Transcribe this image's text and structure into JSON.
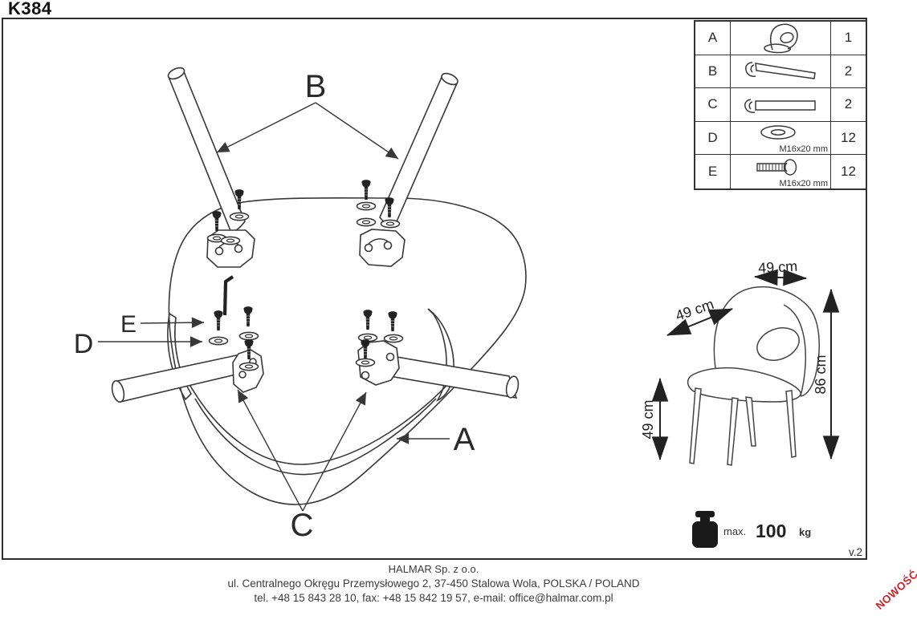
{
  "page": {
    "title": "K384",
    "version": "v.2",
    "new_badge": "NOWOŚĆ"
  },
  "colors": {
    "line": "#383838",
    "accent_red": "#d41f26",
    "text": "#2a2a2a"
  },
  "parts_table": {
    "rows": [
      {
        "id": "A",
        "icon": "chair-seat-shell",
        "qty": "1",
        "spec": ""
      },
      {
        "id": "B",
        "icon": "rear-leg",
        "qty": "2",
        "spec": ""
      },
      {
        "id": "C",
        "icon": "front-leg",
        "qty": "2",
        "spec": ""
      },
      {
        "id": "D",
        "icon": "washer",
        "qty": "12",
        "spec": "M16x20 mm"
      },
      {
        "id": "E",
        "icon": "bolt",
        "qty": "12",
        "spec": "M16x20 mm"
      }
    ]
  },
  "diagram": {
    "labels": {
      "a": "A",
      "b": "B",
      "c": "C",
      "d": "D",
      "e": "E"
    }
  },
  "dimensions": {
    "width": "49 cm",
    "depth": "49 cm",
    "seat_height": "49 cm",
    "total_height": "86 cm"
  },
  "weight": {
    "prefix": "max.",
    "value": "100",
    "unit": "kg"
  },
  "footer": {
    "line1": "HALMAR Sp. z o.o.",
    "line2": "ul. Centralnego Okręgu Przemysłowego 2, 37-450 Stalowa Wola, POLSKA / POLAND",
    "line3": "tel. +48 15 843 28 10, fax: +48 15 842 19 57, e-mail: office@halmar.com.pl"
  }
}
